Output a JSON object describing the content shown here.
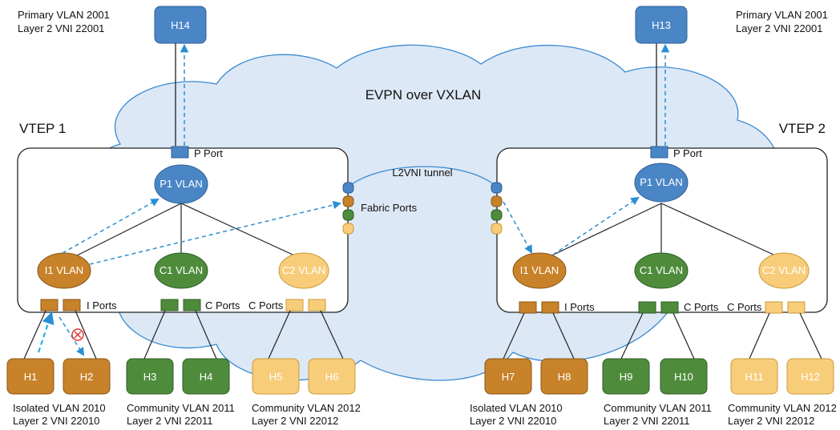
{
  "cloud_label": "EVPN over VXLAN",
  "tunnel_label": "L2VNI tunnel",
  "fabric_ports_label": "Fabric Ports",
  "colors": {
    "primary": "#4a86c6",
    "isolated": "#c8822a",
    "community1": "#4e8c3c",
    "community2": "#f8cd7a",
    "cloud": "#dce8f6",
    "cloud_stroke": "#3a8ad0",
    "arrow": "#2a8fd2"
  },
  "vtep1": {
    "title": "VTEP 1",
    "p_port": "P Port",
    "i_ports": "I Ports",
    "c_ports_1": "C Ports",
    "c_ports_2": "C Ports",
    "p_vlan": "P1 VLAN",
    "i_vlan": "I1 VLAN",
    "c1_vlan": "C1 VLAN",
    "c2_vlan": "C2 VLAN",
    "primary_host": "H14",
    "primary_info": [
      "Primary VLAN 2001",
      "Layer 2 VNI 22001"
    ],
    "hosts": [
      "H1",
      "H2",
      "H3",
      "H4",
      "H5",
      "H6"
    ],
    "group_info": [
      [
        "Isolated VLAN 2010",
        "Layer 2 VNI 22010"
      ],
      [
        "Community VLAN 2011",
        "Layer 2 VNI 22011"
      ],
      [
        "Community VLAN 2012",
        "Layer 2 VNI 22012"
      ]
    ]
  },
  "vtep2": {
    "title": "VTEP 2",
    "p_port": "P Port",
    "i_ports": "I Ports",
    "c_ports_1": "C Ports",
    "c_ports_2": "C Ports",
    "p_vlan": "P1 VLAN",
    "i_vlan": "I1 VLAN",
    "c1_vlan": "C1 VLAN",
    "c2_vlan": "C2 VLAN",
    "primary_host": "H13",
    "primary_info": [
      "Primary VLAN 2001",
      "Layer 2 VNI 22001"
    ],
    "hosts": [
      "H7",
      "H8",
      "H9",
      "H10",
      "H11",
      "H12"
    ],
    "group_info": [
      [
        "Isolated VLAN 2010",
        "Layer 2 VNI 22010"
      ],
      [
        "Community VLAN 2011",
        "Layer 2 VNI 22011"
      ],
      [
        "Community VLAN 2012",
        "Layer 2 VNI 22012"
      ]
    ]
  }
}
